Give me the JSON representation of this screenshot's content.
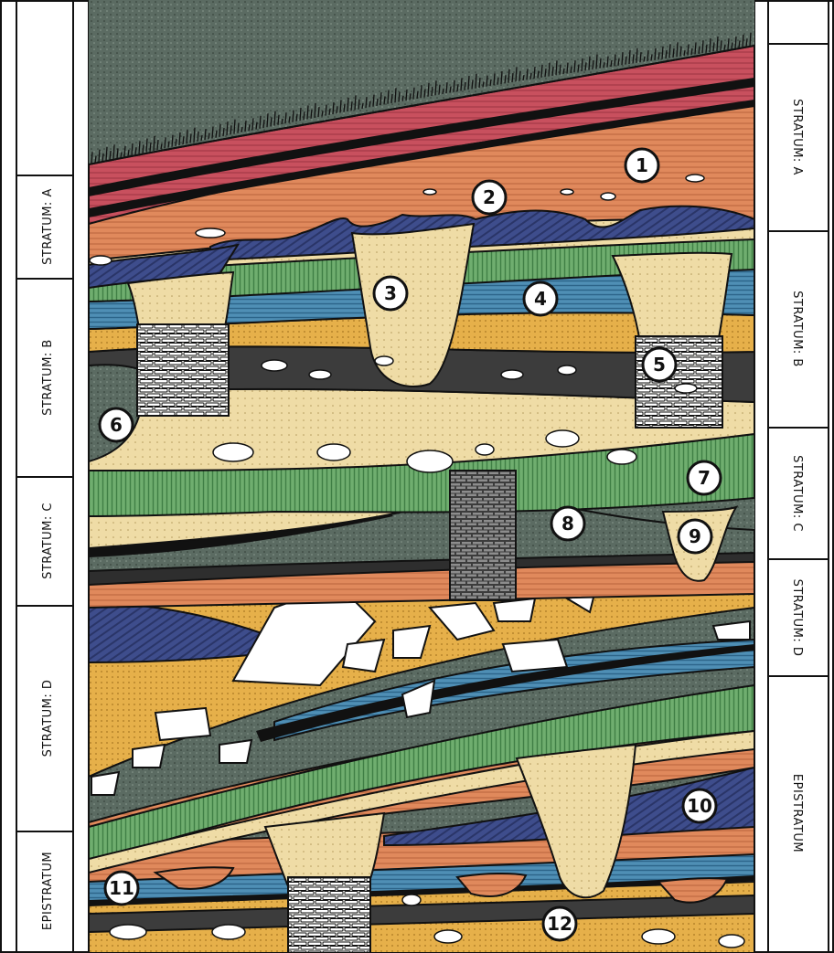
{
  "left_column": [
    "STRATUM: A",
    "STRATUM: B",
    "STRATUM: C",
    "STRATUM: D",
    "EPISTRATUM"
  ],
  "right_column": [
    "STRATUM: A",
    "STRATUM: B",
    "STRATUM: C",
    "STRATUM: D",
    "EPISTRATUM"
  ],
  "markers": [
    "1",
    "2",
    "3",
    "4",
    "5",
    "6",
    "7",
    "8",
    "9",
    "10",
    "11",
    "12"
  ],
  "colors": {
    "topsoil": "#c8505e",
    "orange": "#e0895c",
    "navy": "#3e4d8c",
    "green": "#6fae6f",
    "blue": "#4f8fb5",
    "yellow": "#e6b04a",
    "sand": "#efdca6",
    "gravel": "#5b6b62",
    "dark": "#3c3c3c",
    "ink": "#111111"
  }
}
